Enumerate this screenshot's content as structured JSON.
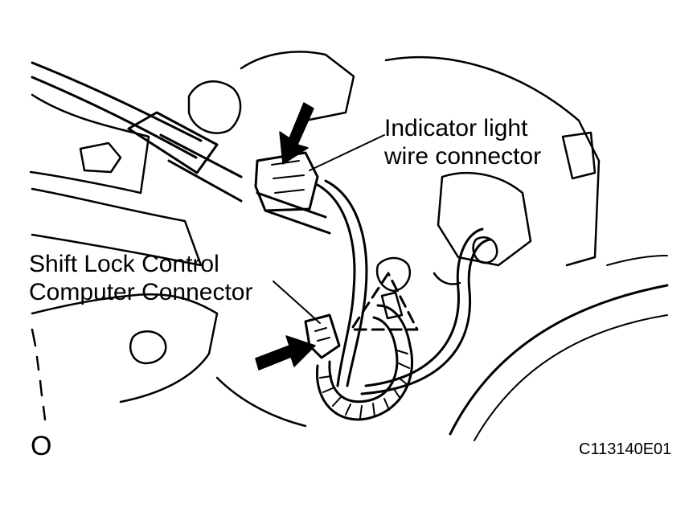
{
  "labels": {
    "indicator_line1": "Indicator light",
    "indicator_line2": "wire connector",
    "shift_line1": "Shift Lock Control",
    "shift_line2": "Computer Connector",
    "figure_code": "C113140E01",
    "corner_mark": "O"
  },
  "colors": {
    "ink": "#000000",
    "paper": "#ffffff"
  }
}
